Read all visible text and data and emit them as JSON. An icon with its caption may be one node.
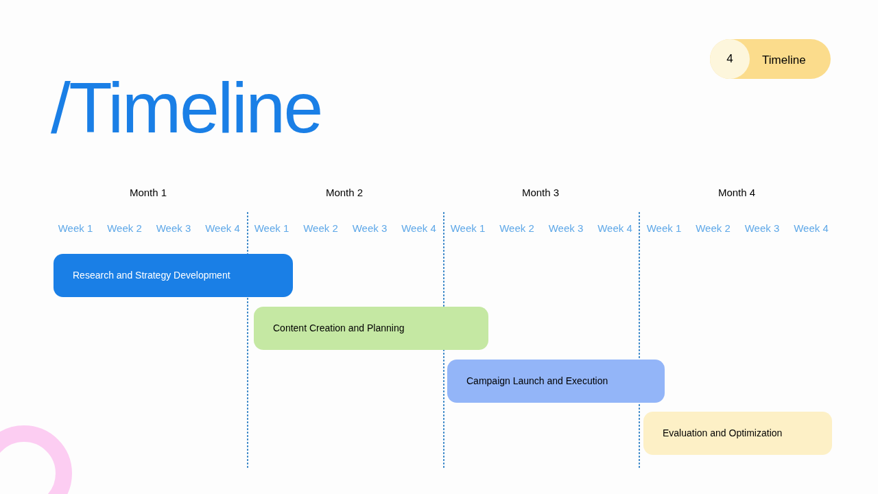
{
  "diagram": {
    "title": "/Timeline",
    "nodes": [
      {
        "text": [
          "Timeline"
        ]
      },
      {
        "text": [
          "4"
        ],
        "in": 0
      },
      {
        "text": [
          "Research and Strategy Development"
        ]
      },
      {
        "text": [
          "Content Creation and Planning"
        ]
      },
      {
        "text": [
          "Campaign Launch and Execution"
        ]
      },
      {
        "text": [
          "Evaluation and Optimization"
        ]
      }
    ],
    "labels": [
      "Month 1",
      "Month 2",
      "Month 3",
      "Month 4",
      "Week 1",
      "Week 2",
      "Week 3",
      "Week 4",
      "Week 1",
      "Week 2",
      "Week 3",
      "Week 4",
      "Week 1",
      "Week 2",
      "Week 3",
      "Week 4",
      "Week 1",
      "Week 2",
      "Week 3",
      "Week 4"
    ]
  }
}
